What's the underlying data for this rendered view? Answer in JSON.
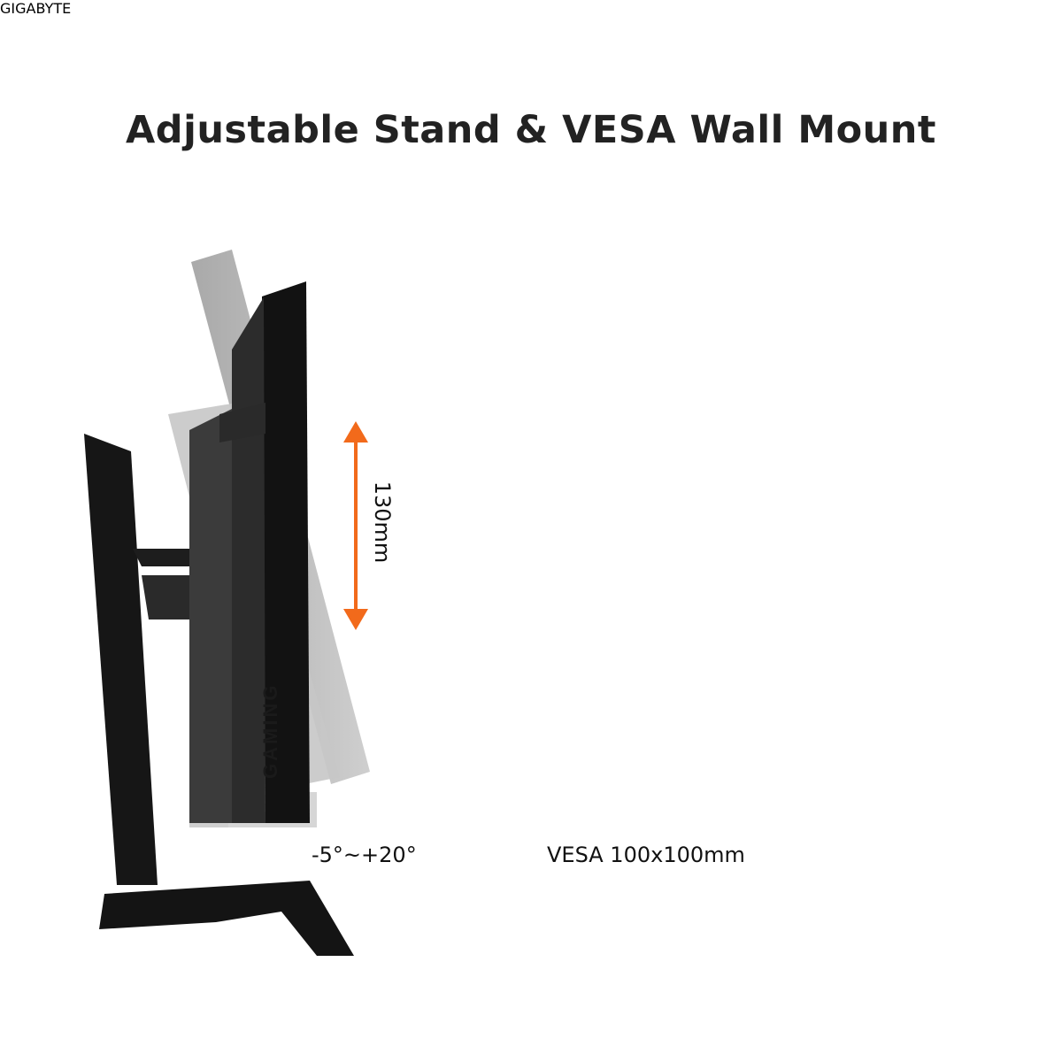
{
  "title": "Adjustable Stand & VESA Wall Mount",
  "brand_logo": "GIGABYTE",
  "side_logo": "GAMING",
  "height_adjust": "130mm",
  "tilt_range": "-5°~+20°",
  "vesa_label": "VESA 100x100mm",
  "colors": {
    "accent_orange": "#f26a1b",
    "monitor_black": "#1c1c1c",
    "ghost_gray": "#b9b9b9",
    "title_text": "#222222"
  },
  "icons": {
    "height_arrow": "double-headed-vertical-arrow-icon",
    "tilt_arrow": "curved-tilt-arrow-icon",
    "zoom_arrow": "curved-zoom-arrow-icon"
  }
}
